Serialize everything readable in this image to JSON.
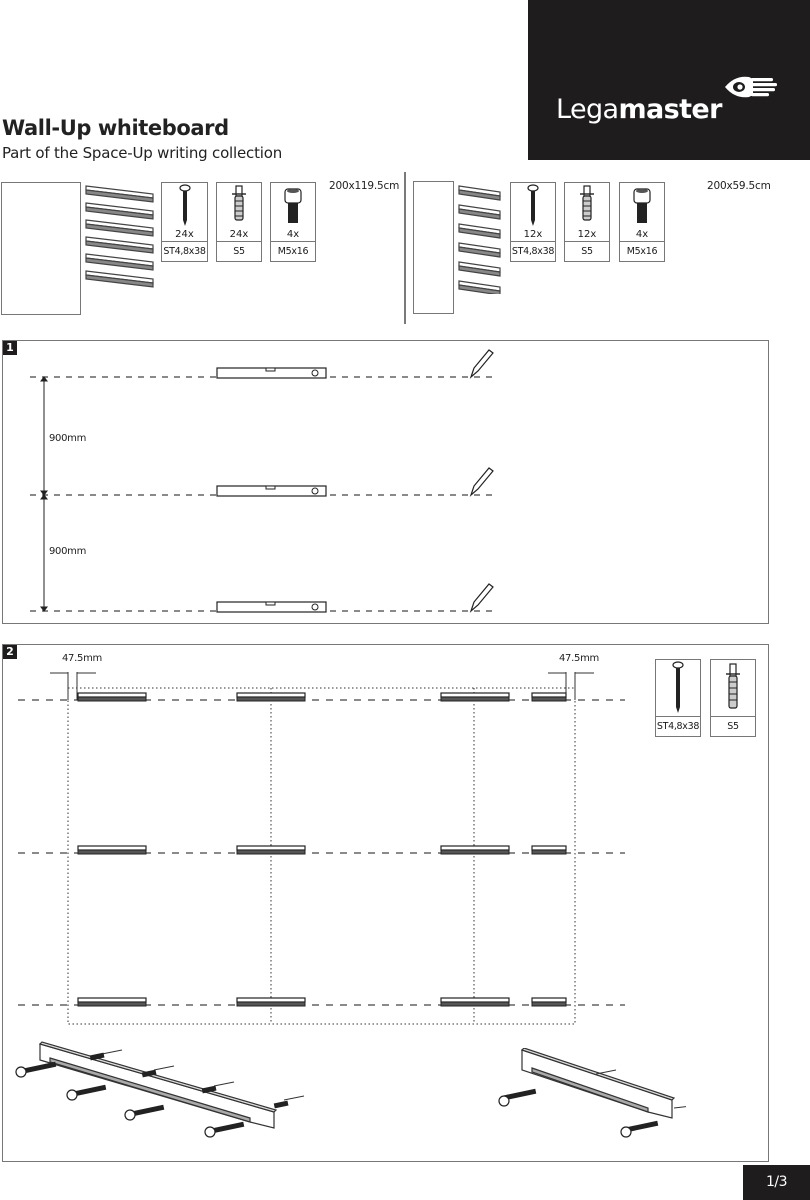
{
  "header": {
    "title": "Wall-Up whiteboard",
    "subtitle": "Part of the Space-Up writing collection",
    "logo": {
      "light": "Lega",
      "bold": "master",
      "icon": "eye-hand-icon",
      "bg_color": "#1e1c1c"
    }
  },
  "kits": [
    {
      "size_label": "200x119.5cm",
      "rail_count": 6,
      "parts": [
        {
          "icon": "screw-icon",
          "qty": "24x",
          "label": "ST4,8x38"
        },
        {
          "icon": "wall-plug-icon",
          "qty": "24x",
          "label": "S5"
        },
        {
          "icon": "bolt-icon",
          "qty": "4x",
          "label": "M5x16"
        }
      ]
    },
    {
      "size_label": "200x59.5cm",
      "rail_count": 6,
      "parts": [
        {
          "icon": "screw-icon",
          "qty": "12x",
          "label": "ST4,8x38"
        },
        {
          "icon": "wall-plug-icon",
          "qty": "12x",
          "label": "S5"
        },
        {
          "icon": "bolt-icon",
          "qty": "4x",
          "label": "M5x16"
        }
      ]
    }
  ],
  "steps": [
    {
      "number": "1",
      "spacing_labels": [
        "900mm",
        "900mm"
      ],
      "tools": [
        "spirit-level-icon",
        "pencil-icon"
      ]
    },
    {
      "number": "2",
      "offset_left": "47.5mm",
      "offset_right": "47.5mm",
      "parts": [
        {
          "icon": "screw-icon",
          "label": "ST4,8x38"
        },
        {
          "icon": "wall-plug-icon",
          "label": "S5"
        }
      ]
    }
  ],
  "footer": {
    "page": "1/3"
  }
}
